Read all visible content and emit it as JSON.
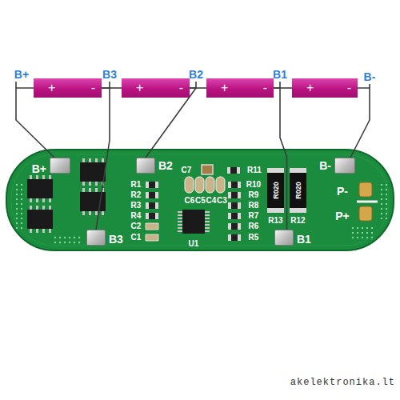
{
  "diagram": {
    "nodes": [
      {
        "text": [
          "+",
          "-"
        ]
      },
      {
        "text": [
          "+",
          "-"
        ]
      },
      {
        "text": [
          "+",
          "-"
        ]
      },
      {
        "text": [
          "+",
          "-"
        ]
      },
      {
        "text": [
          "B+"
        ]
      },
      {
        "text": [
          "B2"
        ]
      },
      {
        "text": [
          "B-"
        ]
      },
      {
        "text": [
          "B3"
        ]
      },
      {
        "text": [
          "B1"
        ]
      }
    ],
    "edges": [
      {
        "from": 0,
        "to": 1,
        "arrow": "none"
      },
      {
        "from": 1,
        "to": 2,
        "arrow": "none"
      },
      {
        "from": 2,
        "to": 3,
        "arrow": "none"
      },
      {
        "from": 0,
        "to": 4,
        "arrow": "none"
      },
      {
        "from": 0,
        "to": 7,
        "arrow": "none"
      },
      {
        "from": 1,
        "to": 5,
        "arrow": "none"
      },
      {
        "from": 2,
        "to": 8,
        "arrow": "none"
      },
      {
        "from": 3,
        "to": 6,
        "arrow": "none"
      }
    ],
    "labels": [
      "B+",
      "B3",
      "B2",
      "B1",
      "B-",
      "C7",
      "R11",
      "R1",
      "R2",
      "R3",
      "R4",
      "C2",
      "C1",
      "C6",
      "C5",
      "C4",
      "C3",
      "U1",
      "R10",
      "R9",
      "R8",
      "R7",
      "R6",
      "R5",
      "R020",
      "R020",
      "R13",
      "R12",
      "P-",
      "P+",
      "akelektronika.lt"
    ]
  }
}
